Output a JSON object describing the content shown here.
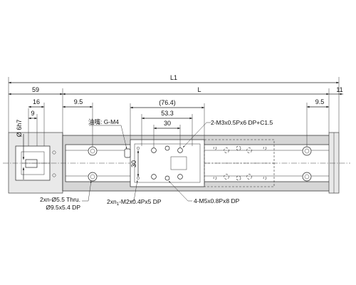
{
  "drawing": {
    "dimensions": {
      "total_length": "L1",
      "stroke_length": "L",
      "left_end": "59",
      "right_end": "11",
      "left_pitch": "9.5",
      "right_pitch": "9.5",
      "motor_width": "16",
      "motor_offset": "9",
      "shaft_dia": "Ø 6h7",
      "carriage_outer": "(76.4)",
      "carriage_mid": "53.3",
      "carriage_inner": "30",
      "carriage_height": "30"
    },
    "notes": {
      "grease_nipple": "油嘴: G-M4",
      "top_holes": "2-M3x0.5Px6 DP+C1.5",
      "base_holes_line1": "2xn-Ø5.5 Thru.",
      "base_holes_line2": "Ø9.5x5.4 DP",
      "bottom_holes": "2xn",
      "bottom_holes_sub": "1",
      "bottom_holes_rest": "-M2x0.4Px5 DP",
      "carriage_holes": "4-M5x0.8Px8 DP"
    }
  }
}
